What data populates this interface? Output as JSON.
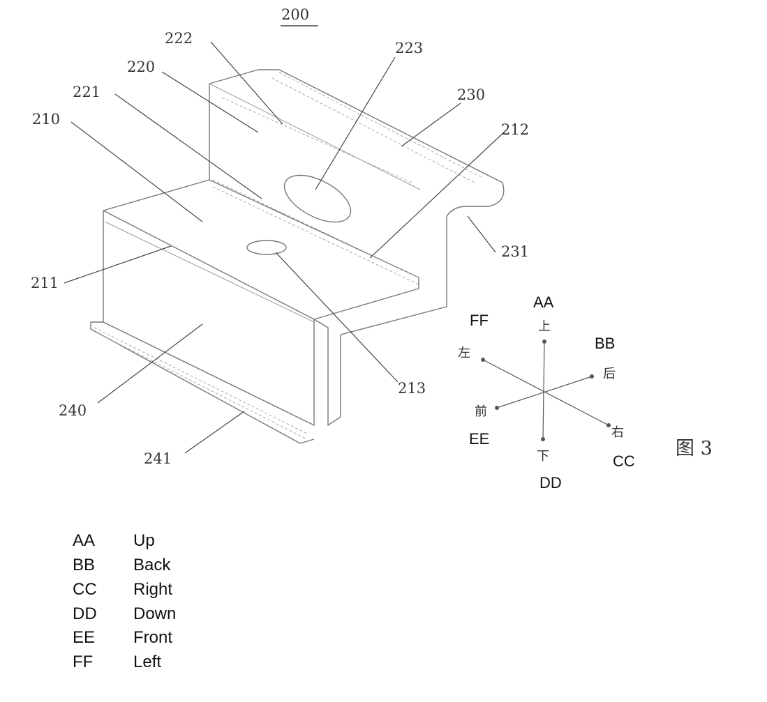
{
  "figure": {
    "number_label": "200",
    "caption": "图 3"
  },
  "reference_labels": [
    "222",
    "223",
    "220",
    "221",
    "230",
    "210",
    "212",
    "231",
    "211",
    "213",
    "240",
    "241"
  ],
  "axes": {
    "up_cn": "上",
    "down_cn": "下",
    "left_cn": "左",
    "right_cn": "右",
    "front_cn": "前",
    "back_cn": "后",
    "up_code": "AA",
    "back_code": "BB",
    "right_code": "CC",
    "down_code": "DD",
    "front_code": "EE",
    "left_code": "FF"
  },
  "legend": [
    {
      "code": "AA",
      "meaning": "Up"
    },
    {
      "code": "BB",
      "meaning": "Back"
    },
    {
      "code": "CC",
      "meaning": "Right"
    },
    {
      "code": "DD",
      "meaning": "Down"
    },
    {
      "code": "EE",
      "meaning": "Front"
    },
    {
      "code": "FF",
      "meaning": "Left"
    }
  ]
}
